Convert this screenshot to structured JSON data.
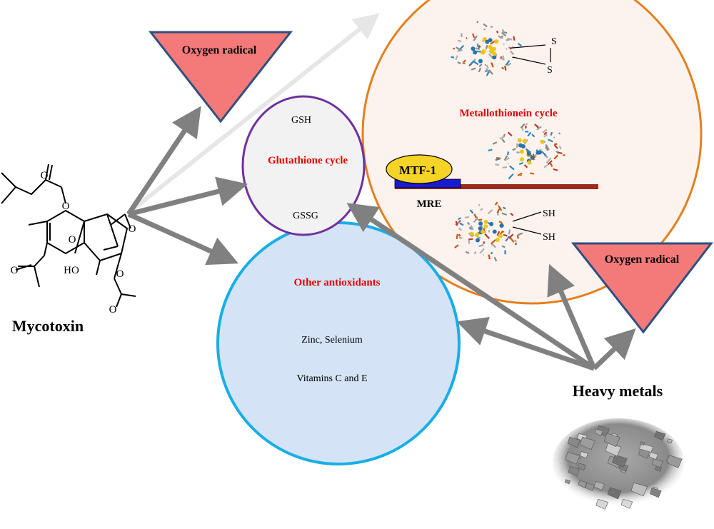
{
  "mycotoxin": {
    "label": "Mycotoxin"
  },
  "heavy_metals": {
    "label": "Heavy metals"
  },
  "oxygen_radical_top": {
    "label": "Oxygen radical"
  },
  "oxygen_radical_right": {
    "label": "Oxygen radical"
  },
  "glutathione": {
    "title": "Glutathione cycle",
    "reduced": "GSH",
    "oxidized": "GSSG"
  },
  "metallothionein": {
    "title": "Metallothionein cycle",
    "mtf": "MTF-1",
    "mre": "MRE",
    "disulfide": [
      "S",
      "S"
    ],
    "thiols": [
      "SH",
      "SH"
    ]
  },
  "other_antioxidants": {
    "title": "Other antioxidants",
    "item1": "Zinc, Selenium",
    "item2": "Vitamins C and E"
  },
  "molecule": {
    "hydroxyl": "HO",
    "oxygen": "O"
  },
  "colors": {
    "glutathione_border": "#7030a0",
    "metallothionein_border": "#e57f1f",
    "antioxidant_border": "#19aee6",
    "triangle_fill": "#f47a7a",
    "triangle_border": "#2f4f7f",
    "arrow": "#808080",
    "arrow_light": "#e6e6e6",
    "title_red": "#e60000",
    "mtf_fill": "#f5d327",
    "mre_fill": "#1a1ad0",
    "dna_bar": "#9c2a1f"
  }
}
